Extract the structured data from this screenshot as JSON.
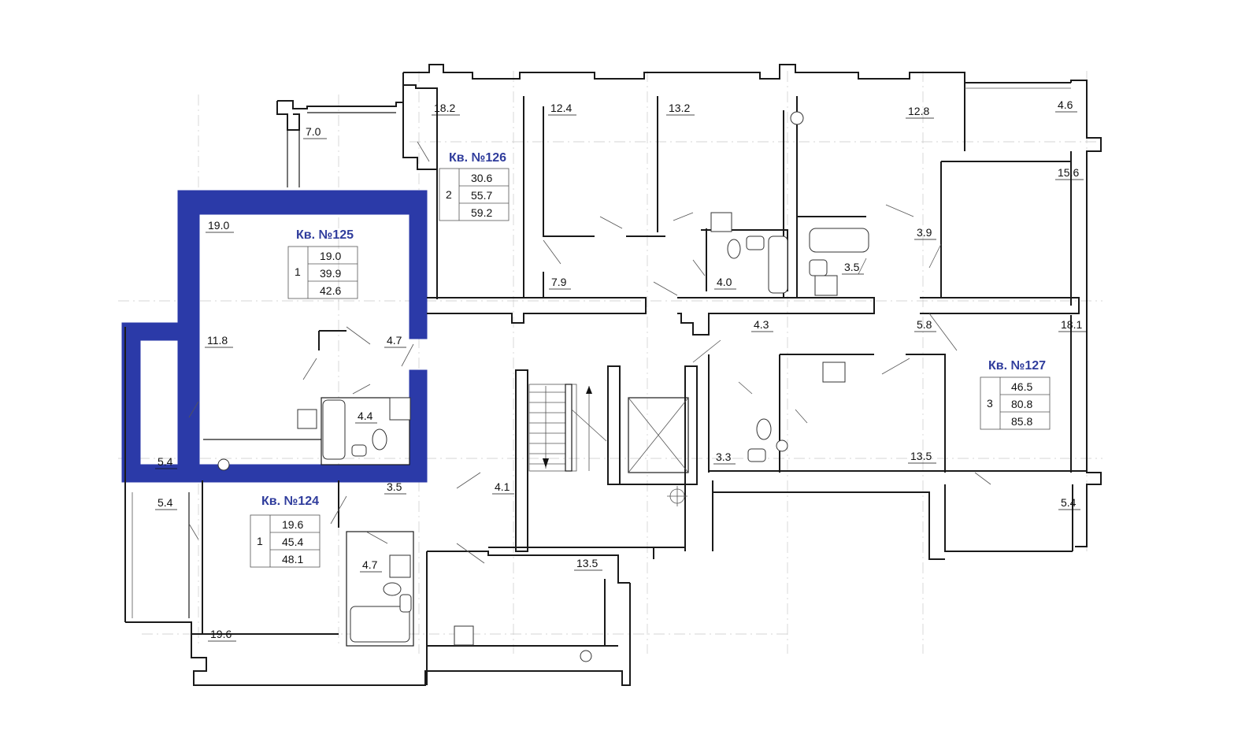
{
  "plan": {
    "highlight_color": "#2b3aa8",
    "title_color": "#2f3c9c",
    "apartments": [
      {
        "id": "124",
        "title": "Кв. №124",
        "rooms": "1",
        "areas": [
          "19.6",
          "45.4",
          "48.1"
        ]
      },
      {
        "id": "125",
        "title": "Кв. №125",
        "rooms": "1",
        "areas": [
          "19.0",
          "39.9",
          "42.6"
        ],
        "highlighted": true
      },
      {
        "id": "126",
        "title": "Кв. №126",
        "rooms": "2",
        "areas": [
          "30.6",
          "55.7",
          "59.2"
        ]
      },
      {
        "id": "127",
        "title": "Кв. №127",
        "rooms": "3",
        "areas": [
          "46.5",
          "80.8",
          "85.8"
        ]
      }
    ],
    "room_labels": [
      "7.0",
      "18.2",
      "12.4",
      "13.2",
      "12.8",
      "4.6",
      "15.6",
      "19.0",
      "3.9",
      "3.5",
      "7.9",
      "4.0",
      "11.8",
      "4.7",
      "4.3",
      "5.8",
      "18.1",
      "4.4",
      "5.4",
      "3.3",
      "13.5",
      "3.5",
      "4.1",
      "5.4",
      "5.4",
      "4.7",
      "13.5",
      "19.6"
    ]
  }
}
